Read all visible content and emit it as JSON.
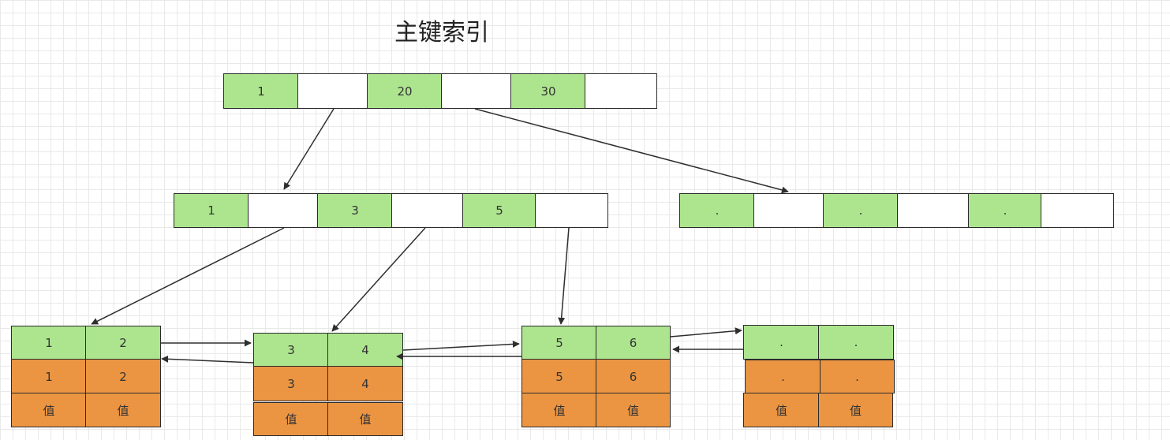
{
  "title": "主键索引",
  "root": [
    "1",
    "",
    "20",
    "",
    "30",
    ""
  ],
  "mid_left": [
    "1",
    "",
    "3",
    "",
    "5",
    ""
  ],
  "mid_right": [
    ".",
    "",
    ".",
    "",
    ".",
    ""
  ],
  "leaves": [
    {
      "keys": [
        "1",
        "2"
      ],
      "rows": [
        "1",
        "2"
      ],
      "values": [
        "值",
        "值"
      ]
    },
    {
      "keys": [
        "3",
        "4"
      ],
      "rows": [
        "3",
        "4"
      ],
      "values": [
        "值",
        "值"
      ]
    },
    {
      "keys": [
        "5",
        "6"
      ],
      "rows": [
        "5",
        "6"
      ],
      "values": [
        "值",
        "值"
      ]
    },
    {
      "keys": [
        ".",
        "."
      ],
      "rows": [
        ".",
        "."
      ],
      "values": [
        "值",
        "值"
      ]
    }
  ],
  "colors": {
    "key": "#ade58f",
    "pointer": "#ffffff",
    "data": "#eb9542",
    "line": "#2e2e2e"
  }
}
